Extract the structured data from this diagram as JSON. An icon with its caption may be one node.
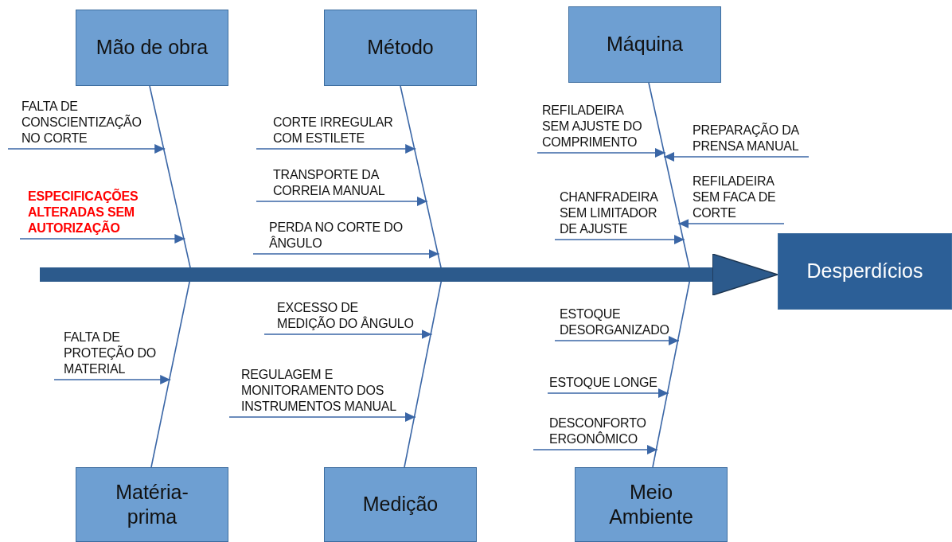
{
  "diagram": {
    "nodes": [
      {
        "text": [
          "Mão de obra"
        ]
      },
      {
        "text": [
          "Método"
        ]
      },
      {
        "text": [
          "Máquina"
        ]
      },
      {
        "text": [
          "Desperdícios"
        ]
      },
      {
        "text": [
          "Matéria-prima"
        ]
      },
      {
        "text": [
          "Medição"
        ]
      },
      {
        "text": [
          "Meio Ambiente"
        ]
      },
      {
        "text": [],
        "shape": "line"
      },
      {
        "text": [],
        "shape": "line"
      },
      {
        "text": [],
        "shape": "line"
      },
      {
        "text": [],
        "shape": "line"
      },
      {
        "text": [],
        "shape": "line"
      },
      {
        "text": [],
        "shape": "line"
      },
      {
        "text": [
          "FALTA DE CONSCIENTIZAÇÃO NO CORTE"
        ]
      },
      {
        "text": [
          "ESPECIFICAÇÕES ALTERADAS SEM AUTORIZAÇÃO"
        ]
      },
      {
        "text": [
          "CORTE IRREGULAR COM ESTILETE"
        ]
      },
      {
        "text": [
          "TRANSPORTE DA CORREIA MANUAL"
        ]
      },
      {
        "text": [
          "PERDA NO CORTE DO ÂNGULO"
        ]
      },
      {
        "text": [
          "REFILADEIRA SEM AJUSTE DO COMPRIMENTO"
        ]
      },
      {
        "text": [
          "PREPARAÇÃO DA PRENSA MANUAL"
        ]
      },
      {
        "text": [
          "REFILADEIRA SEM FACA DE CORTE"
        ]
      },
      {
        "text": [
          "CHANFRADEIRA SEM LIMITADOR DE AJUSTE"
        ]
      },
      {
        "text": [
          "FALTA DE PROTEÇÃO DO MATERIAL"
        ]
      },
      {
        "text": [
          "EXCESSO DE MEDIÇÃO DO ÂNGULO"
        ]
      },
      {
        "text": [
          "REGULAGEM E MONITORAMENTO DOS INSTRUMENTOS MANUAL"
        ]
      },
      {
        "text": [
          "ESTOQUE DESORGANIZADO"
        ]
      },
      {
        "text": [
          "ESTOQUE LONGE"
        ]
      },
      {
        "text": [
          "DESCONFORTO ERGONÔMICO"
        ]
      }
    ],
    "edges": [
      {
        "from": null,
        "to": 3,
        "arrow": "to",
        "style": "thick"
      },
      {
        "from": 13,
        "to": 7,
        "arrow": "to"
      },
      {
        "from": 14,
        "to": 7,
        "arrow": "to"
      },
      {
        "from": 15,
        "to": 8,
        "arrow": "to"
      },
      {
        "from": 16,
        "to": 8,
        "arrow": "to"
      },
      {
        "from": 17,
        "to": 8,
        "arrow": "to"
      },
      {
        "from": 18,
        "to": 9,
        "arrow": "to"
      },
      {
        "from": 19,
        "to": 9,
        "arrow": "to"
      },
      {
        "from": 20,
        "to": 9,
        "arrow": "to"
      },
      {
        "from": 21,
        "to": 9,
        "arrow": "to"
      },
      {
        "from": 22,
        "to": 10,
        "arrow": "to"
      },
      {
        "from": 23,
        "to": 11,
        "arrow": "to"
      },
      {
        "from": 24,
        "to": 11,
        "arrow": "to"
      },
      {
        "from": 25,
        "to": 12,
        "arrow": "to"
      },
      {
        "from": 26,
        "to": 12,
        "arrow": "to"
      },
      {
        "from": 27,
        "to": 12,
        "arrow": "to"
      }
    ]
  }
}
